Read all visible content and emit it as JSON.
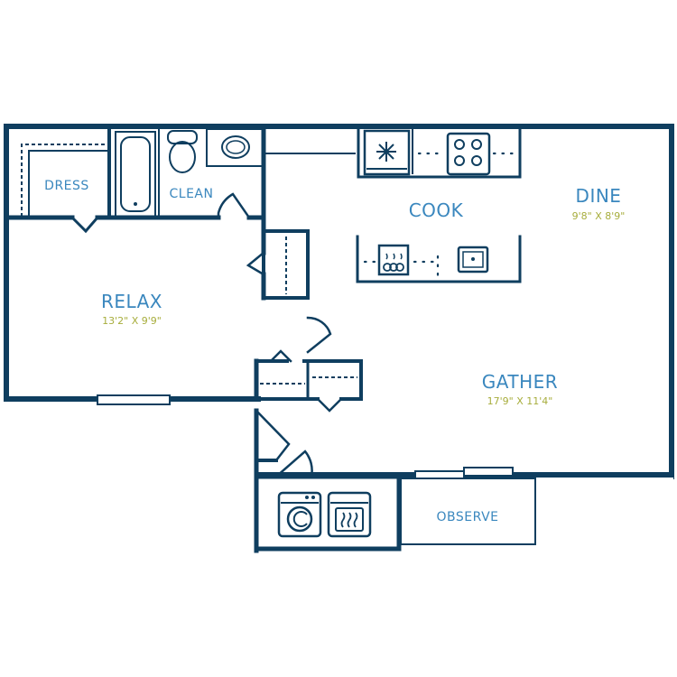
{
  "rooms": {
    "dress": {
      "name": "DRESS"
    },
    "clean": {
      "name": "CLEAN"
    },
    "cook": {
      "name": "COOK"
    },
    "dine": {
      "name": "DINE",
      "size": "9'8\" X 8'9\""
    },
    "relax": {
      "name": "RELAX",
      "size": "13'2\" X 9'9\""
    },
    "gather": {
      "name": "GATHER",
      "size": "17'9\" X 11'4\""
    },
    "observe": {
      "name": "OBSERVE"
    }
  },
  "colors": {
    "wall": "#0f3e5f",
    "label": "#3a87be",
    "dimension": "#a7ad3c"
  },
  "icons": [
    "bathtub-icon",
    "toilet-icon",
    "sink-icon",
    "refrigerator-icon",
    "stove-icon",
    "dishwasher-icon",
    "kitchen-sink-icon",
    "washer-icon",
    "dryer-icon"
  ]
}
